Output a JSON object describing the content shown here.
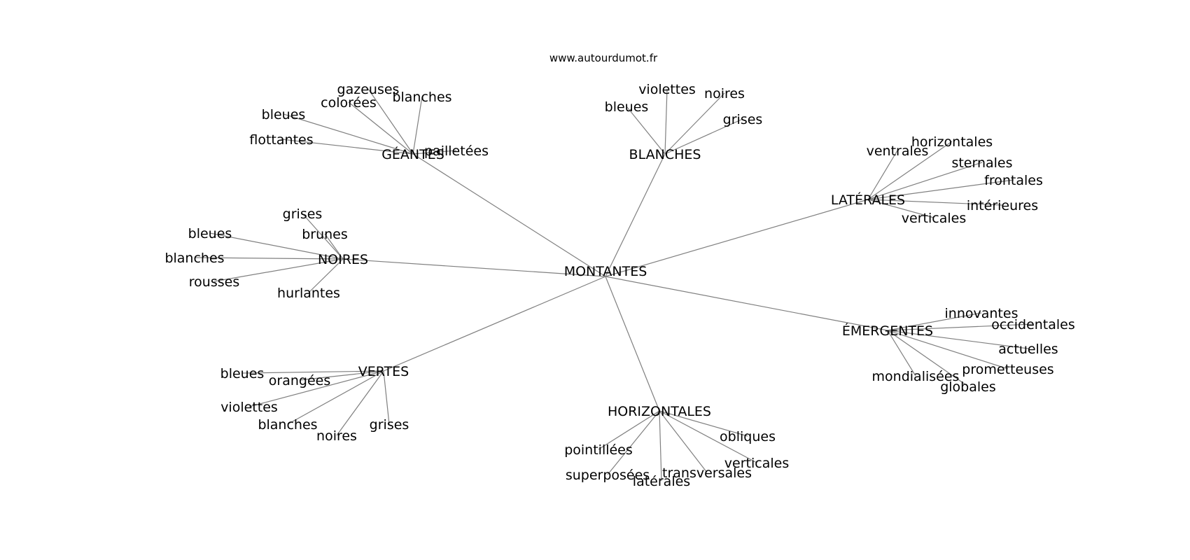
{
  "source_url": "www.autourdumot.fr",
  "center": "MONTANTES",
  "clusters": [
    {
      "id": "geantes",
      "hub": "GÉANTES",
      "leaves": [
        "gazeuses",
        "blanches",
        "colorées",
        "bleues",
        "flottantes",
        "pailletées"
      ]
    },
    {
      "id": "blanches",
      "hub": "BLANCHES",
      "leaves": [
        "violettes",
        "noires",
        "bleues",
        "grises"
      ]
    },
    {
      "id": "laterales",
      "hub": "LATÉRALES",
      "leaves": [
        "ventrales",
        "horizontales",
        "sternales",
        "frontales",
        "intérieures",
        "verticales"
      ]
    },
    {
      "id": "noires",
      "hub": "NOIRES",
      "leaves": [
        "grises",
        "brunes",
        "bleues",
        "blanches",
        "rousses",
        "hurlantes"
      ]
    },
    {
      "id": "emergentes",
      "hub": "ÉMERGENTES",
      "leaves": [
        "innovantes",
        "occidentales",
        "actuelles",
        "prometteuses",
        "mondialisées",
        "globales"
      ]
    },
    {
      "id": "vertes",
      "hub": "VERTES",
      "leaves": [
        "bleues",
        "orangées",
        "violettes",
        "blanches",
        "noires",
        "grises"
      ]
    },
    {
      "id": "horizontales",
      "hub": "HORIZONTALES",
      "leaves": [
        "obliques",
        "pointillées",
        "verticales",
        "superposées",
        "transversales",
        "latérales"
      ]
    }
  ]
}
